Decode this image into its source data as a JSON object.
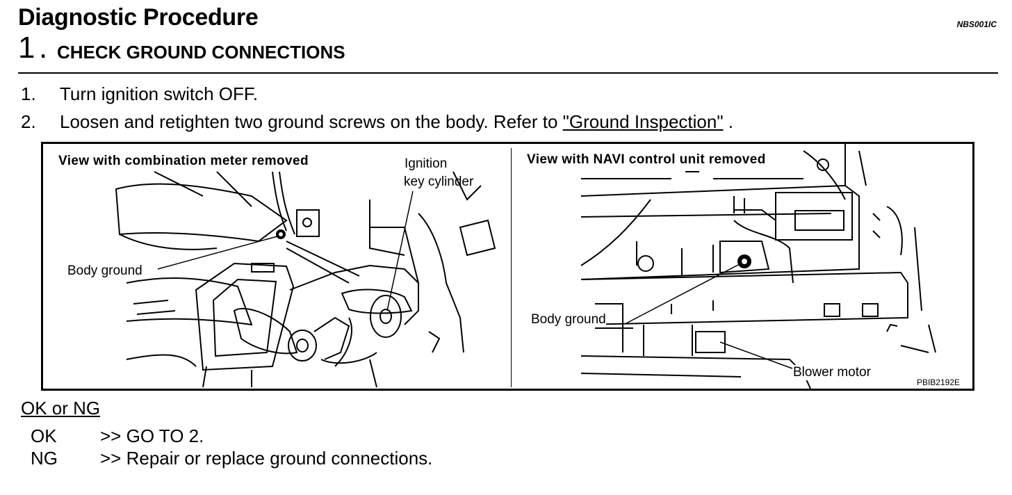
{
  "header": {
    "title": "Diagnostic Procedure",
    "doc_code": "NBS001IC",
    "step_number": "1",
    "step_dot": ".",
    "step_title": "CHECK GROUND CONNECTIONS"
  },
  "instructions": [
    {
      "num": "1.",
      "text": "Turn ignition switch OFF."
    },
    {
      "num": "2.",
      "text_before": "Loosen and retighten two ground screws on the body. Refer to ",
      "link": "\"Ground Inspection\"",
      "text_after": " ."
    }
  ],
  "figure": {
    "left_panel": {
      "heading": "View with combination meter removed",
      "label_ignition_1": "Ignition",
      "label_ignition_2": "key cylinder",
      "label_body_ground": "Body ground"
    },
    "right_panel": {
      "heading": "View with NAVI control unit removed",
      "label_body_ground": "Body ground",
      "label_blower": "Blower motor"
    },
    "figure_code": "PBIB2192E"
  },
  "result": {
    "heading": "OK or NG",
    "rows": [
      {
        "key": "OK",
        "value": ">> GO TO 2."
      },
      {
        "key": "NG",
        "value": ">> Repair or replace ground connections."
      }
    ]
  }
}
